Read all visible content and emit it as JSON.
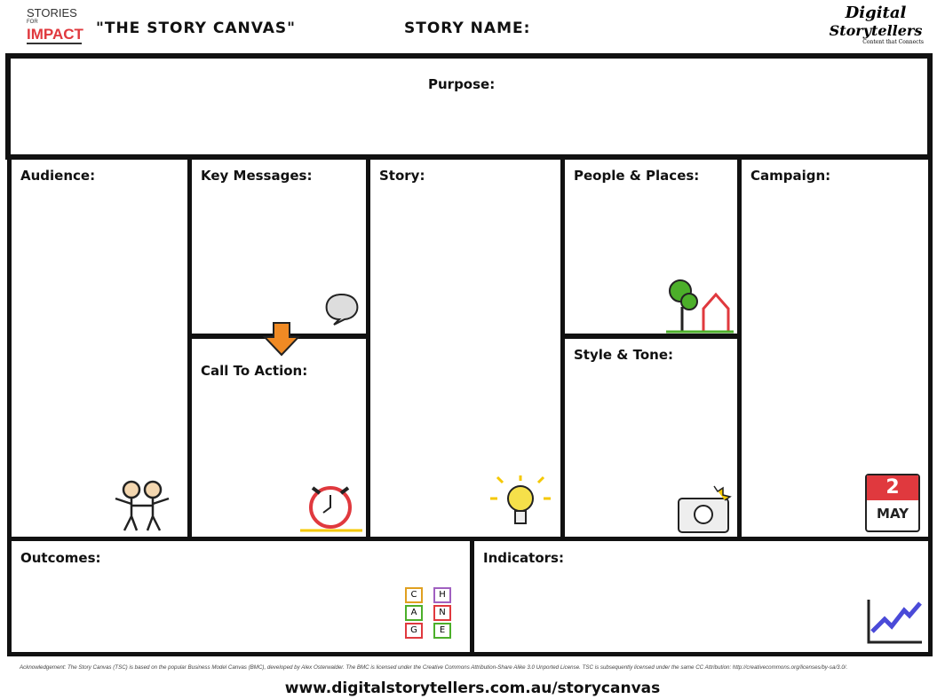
{
  "header": {
    "logo_left": {
      "line1": "STORIES",
      "line2": "FOR",
      "line3": "IMPACT"
    },
    "title": "\"THE STORY CANVAS\"",
    "story_name_label": "STORY NAME:",
    "logo_right": {
      "line1": "Digital",
      "line2": "Storytellers",
      "tagline": "Content that Connects"
    }
  },
  "sections": {
    "purpose": "Purpose:",
    "audience": "Audience:",
    "key_messages": "Key Messages:",
    "call_to_action": "Call To Action:",
    "story": "Story:",
    "people_places": "People & Places:",
    "style_tone": "Style & Tone:",
    "campaign": "Campaign:",
    "outcomes": "Outcomes:",
    "indicators": "Indicators:"
  },
  "icons": {
    "calendar": {
      "day": "2",
      "month": "MAY"
    },
    "change_blocks": [
      "C",
      "H",
      "A",
      "N",
      "G",
      "E"
    ]
  },
  "colors": {
    "arrow": "#f08a24",
    "red": "#e0393e",
    "green": "#4caf2a",
    "indicator": "#4a4ad8"
  },
  "footer": {
    "acknowledgement": "Acknowledgement: The Story Canvas (TSC) is based on the popular Business Model Canvas (BMC), developed by Alex Osterwalder. The BMC is licensed under the Creative Commons Attribution-Share Alike 3.0 Unported License. TSC is subsequently licensed under the same CC Attribution: http://creativecommons.org/licenses/by-sa/3.0/.",
    "url": "www.digitalstorytellers.com.au/storycanvas"
  }
}
